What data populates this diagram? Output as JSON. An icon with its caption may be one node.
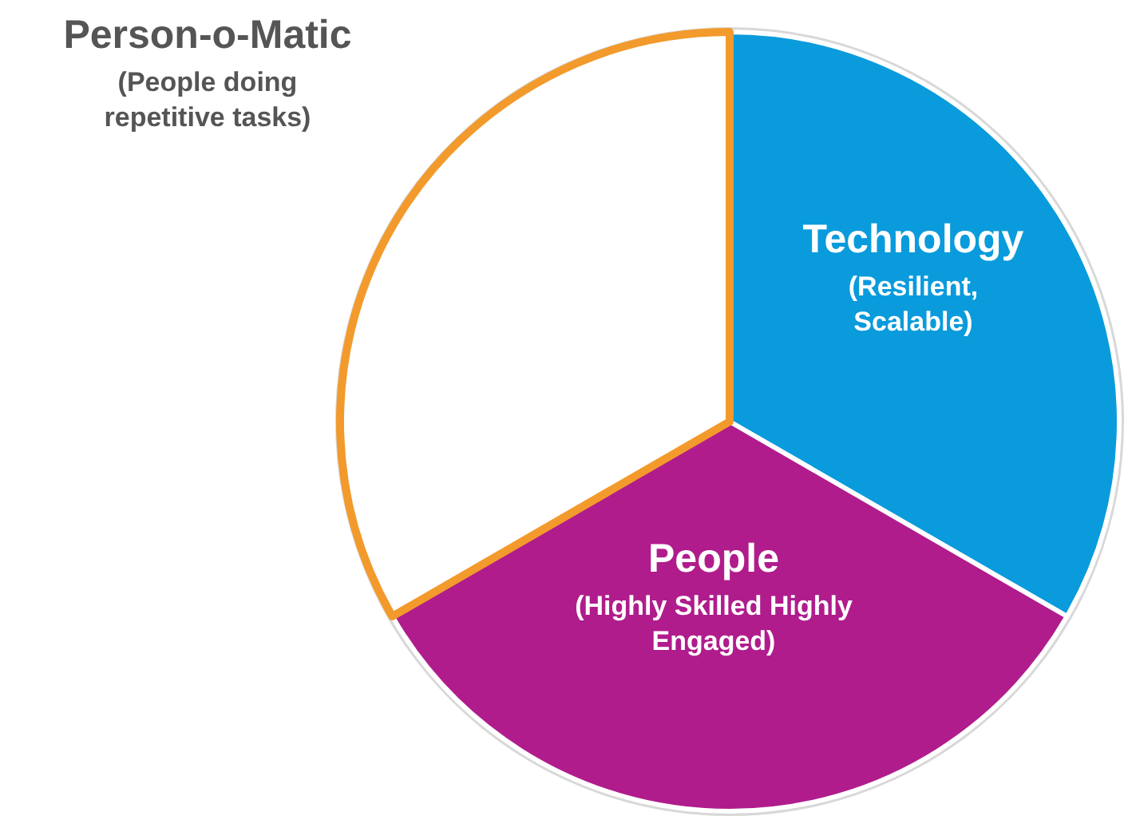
{
  "diagram": {
    "nodes": [
      {
        "text": [
          "Person-o-Matic",
          "(People doing repetitive tasks)"
        ]
      },
      {
        "text": [
          "Technology",
          "(Resilient, Scalable)"
        ]
      },
      {
        "text": [
          "People",
          "(Highly Skilled Highly Engaged)"
        ]
      }
    ]
  }
}
